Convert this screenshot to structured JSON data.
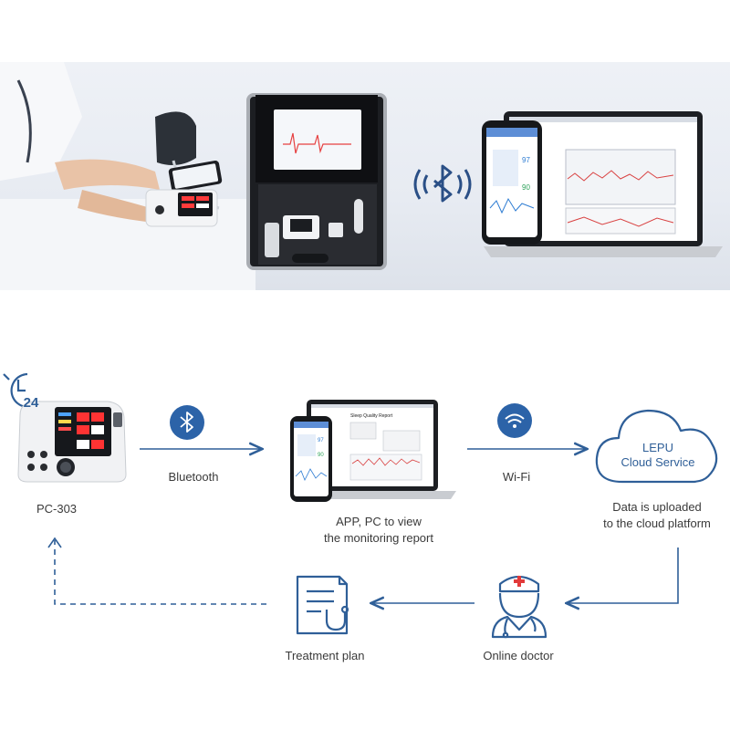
{
  "photo": {
    "phone_values": [
      "97",
      "90"
    ],
    "report_title": "Sleep Quality Report"
  },
  "flow": {
    "device_label": "PC-303",
    "clock_value": "24",
    "bluetooth_label": "Bluetooth",
    "app_label": "APP, PC to view\nthe monitoring report",
    "wifi_label": "Wi-Fi",
    "cloud_line1": "LEPU",
    "cloud_line2": "Cloud Service",
    "upload_label": "Data is uploaded\nto the cloud platform",
    "doctor_label": "Online doctor",
    "treatment_label": "Treatment plan"
  },
  "colors": {
    "accent": "#2f5f98",
    "icon_circle": "#2c63a8",
    "text": "#3a3a3a",
    "cross_red": "#e23a3a"
  }
}
